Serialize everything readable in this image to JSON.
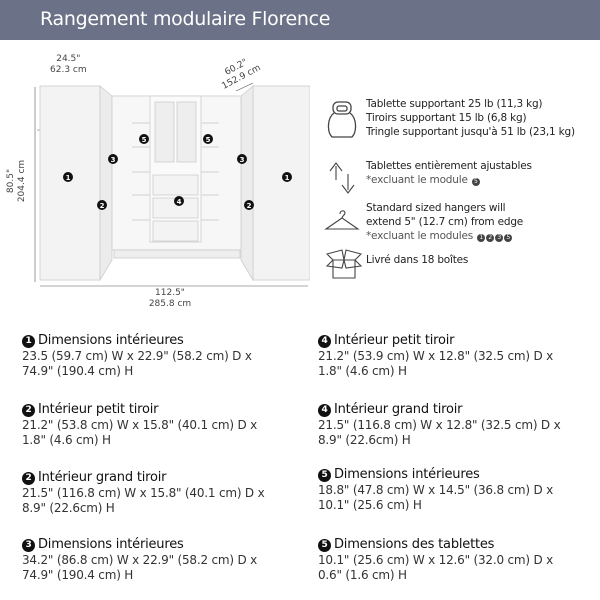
{
  "header": {
    "title": "Rangement modulaire Florence",
    "color": "#6b7186"
  },
  "dimensions": {
    "depth_in": "24.5\"",
    "depth_cm": "62.3 cm",
    "diag_in": "60.2\"",
    "diag_cm": "152.9 cm",
    "height_in": "80.5\"",
    "height_cm": "204.4 cm",
    "width_in": "112.5\"",
    "width_cm": "285.8 cm"
  },
  "drawing_labels": [
    "1",
    "1",
    "2",
    "2",
    "3",
    "3",
    "4",
    "5",
    "5"
  ],
  "features": [
    {
      "icon": "kettlebell-icon",
      "lines": [
        "Tablette supportant 25 lb (11,3 kg)",
        "Tiroirs supportant 15 lb (6,8 kg)",
        "Tringle supportant jusqu'à 51 lb (23,1 kg)"
      ]
    },
    {
      "icon": "up-down-arrows-icon",
      "lines": [
        "Tablettes entièrement ajustables"
      ],
      "note": "*excluant le module",
      "badges": [
        "5"
      ]
    },
    {
      "icon": "hanger-icon",
      "lines": [
        "Standard sized hangers will",
        "extend 5\" (12.7 cm) from edge"
      ],
      "note": "*excluant le modules",
      "badges": [
        "1",
        "2",
        "3",
        "5"
      ]
    },
    {
      "icon": "box-icon",
      "lines": [
        "Livré dans 18 boîtes"
      ]
    }
  ],
  "specs_left": [
    {
      "num": "1",
      "title": "Dimensions intérieures",
      "l1": "23.5 (59.7 cm) W x 22.9\" (58.2 cm) D x",
      "l2": "74.9\" (190.4 cm) H"
    },
    {
      "num": "2",
      "title": "Intérieur petit tiroir",
      "l1": "21.2\" (53.8 cm) W x 15.8\" (40.1 cm) D x",
      "l2": "1.8\" (4.6 cm) H"
    },
    {
      "num": "2",
      "title": "Intérieur grand tiroir",
      "l1": "21.5\" (116.8 cm) W x 15.8\" (40.1 cm) D x",
      "l2": "8.9\" (22.6cm) H"
    },
    {
      "num": "3",
      "title": "Dimensions intérieures",
      "l1": "34.2\" (86.8 cm) W x 22.9\" (58.2 cm) D x",
      "l2": "74.9\" (190.4 cm) H"
    }
  ],
  "specs_right": [
    {
      "num": "4",
      "title": "Intérieur petit tiroir",
      "l1": "21.2\" (53.9 cm) W x 12.8\" (32.5 cm) D x",
      "l2": "1.8\" (4.6 cm) H"
    },
    {
      "num": "4",
      "title": "Intérieur grand tiroir",
      "l1": "21.5\" (116.8 cm) W x 12.8\" (32.5 cm) D x",
      "l2": "8.9\" (22.6cm) H"
    },
    {
      "num": "5",
      "title": "Dimensions intérieures",
      "l1": "18.8\" (47.8 cm) W x 14.5\" (36.8 cm) D x",
      "l2": "10.1\" (25.6 cm) H"
    },
    {
      "num": "5",
      "title": "Dimensions des tablettes",
      "l1": "10.1\" (25.6 cm) W x 12.6\" (32.0 cm) D x",
      "l2": "0.6\" (1.6 cm) H"
    }
  ]
}
